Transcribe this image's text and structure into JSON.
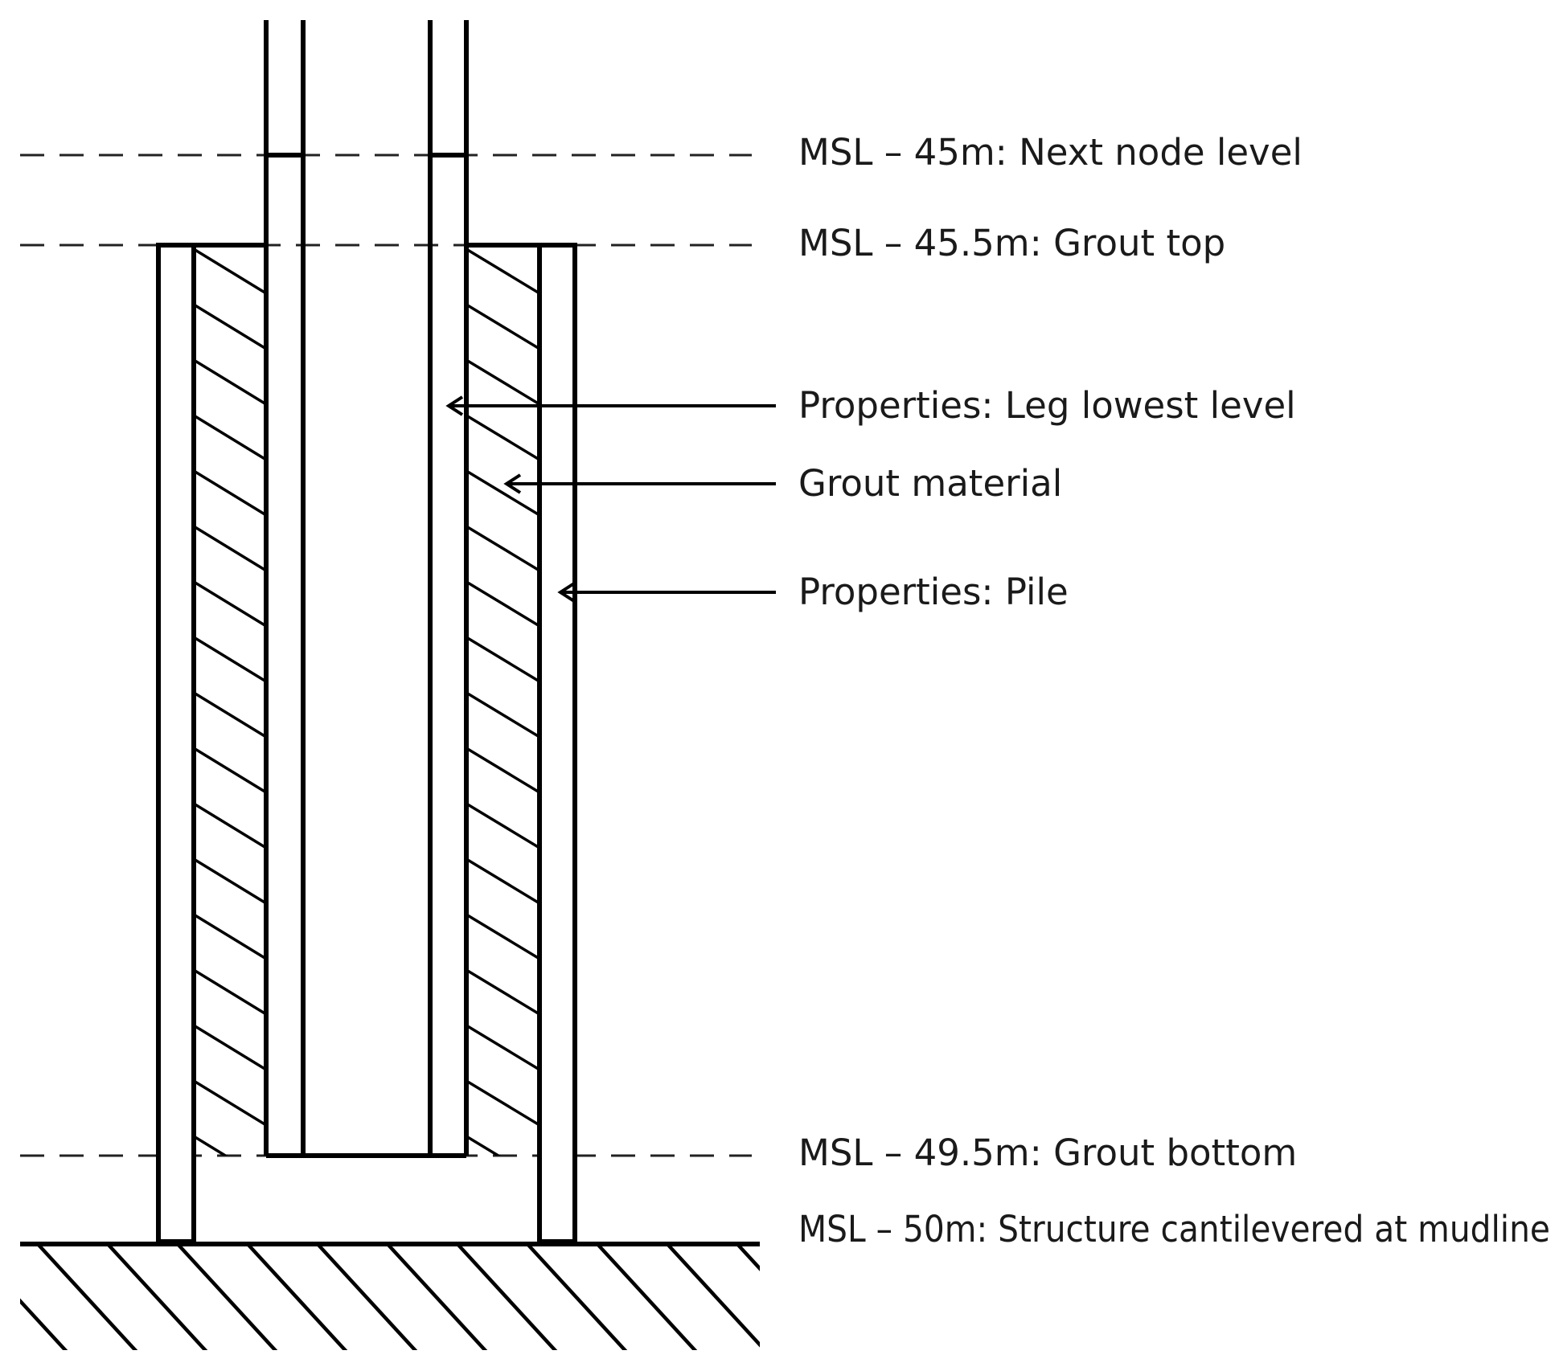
{
  "labels": {
    "next_node": "MSL – 45m: Next node level",
    "grout_top": "MSL – 45.5m: Grout top",
    "leg_lowest": "Properties: Leg lowest level",
    "grout_material": "Grout material",
    "pile": "Properties: Pile",
    "grout_bottom": "MSL – 49.5m: Grout bottom",
    "mudline": "MSL – 50m: Structure cantilevered at mudline"
  }
}
